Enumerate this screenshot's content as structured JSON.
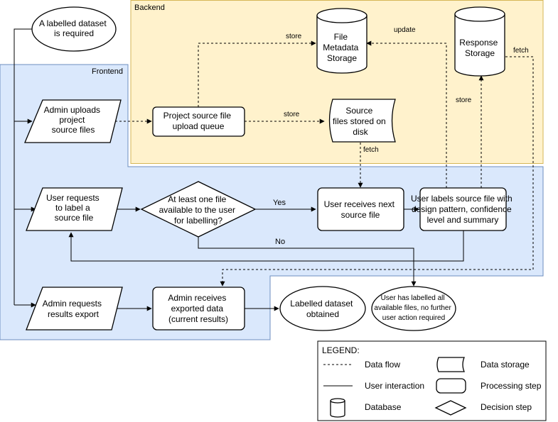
{
  "regions": {
    "backend": "Backend",
    "frontend": "Frontend"
  },
  "colors": {
    "backend_fill": "#fff2cc",
    "backend_stroke": "#d6b656",
    "frontend_fill": "#dae8fc",
    "frontend_stroke": "#6c8ebf"
  },
  "nodes": {
    "start": [
      "A labelled dataset",
      "is required"
    ],
    "admin_upload": [
      "Admin uploads",
      "project",
      "source files"
    ],
    "upload_queue": [
      "Project source file",
      "upload queue"
    ],
    "file_metadata": [
      "File",
      "Metadata",
      "Storage"
    ],
    "response_storage": [
      "Response",
      "Storage"
    ],
    "source_files_disk": [
      "Source",
      "files stored on",
      "disk"
    ],
    "user_request": [
      "User requests",
      "to label a",
      "source file"
    ],
    "decision": [
      "At least one file",
      "available to the user",
      "for labelling?"
    ],
    "receive_next": [
      "User receives next",
      "source file"
    ],
    "user_labels": [
      "User labels source file with",
      "design pattern, confidence",
      "level and summary"
    ],
    "admin_export": [
      "Admin requests",
      "results export"
    ],
    "admin_receives": [
      "Admin receives",
      "exported data",
      "(current results)"
    ],
    "dataset_obtained": [
      "Labelled dataset",
      "obtained"
    ],
    "all_labelled": [
      "User has labelled all",
      "available files, no further",
      "user action required"
    ]
  },
  "edge_labels": {
    "store_metadata": "store",
    "store_disk": "store",
    "update": "update",
    "fetch_response": "fetch",
    "fetch_disk": "fetch",
    "store_response": "store",
    "yes": "Yes",
    "no": "No"
  },
  "legend": {
    "title": "LEGEND:",
    "data_flow": "Data flow",
    "user_interaction": "User interaction",
    "database": "Database",
    "data_storage": "Data storage",
    "processing_step": "Processing step",
    "decision_step": "Decision step"
  }
}
